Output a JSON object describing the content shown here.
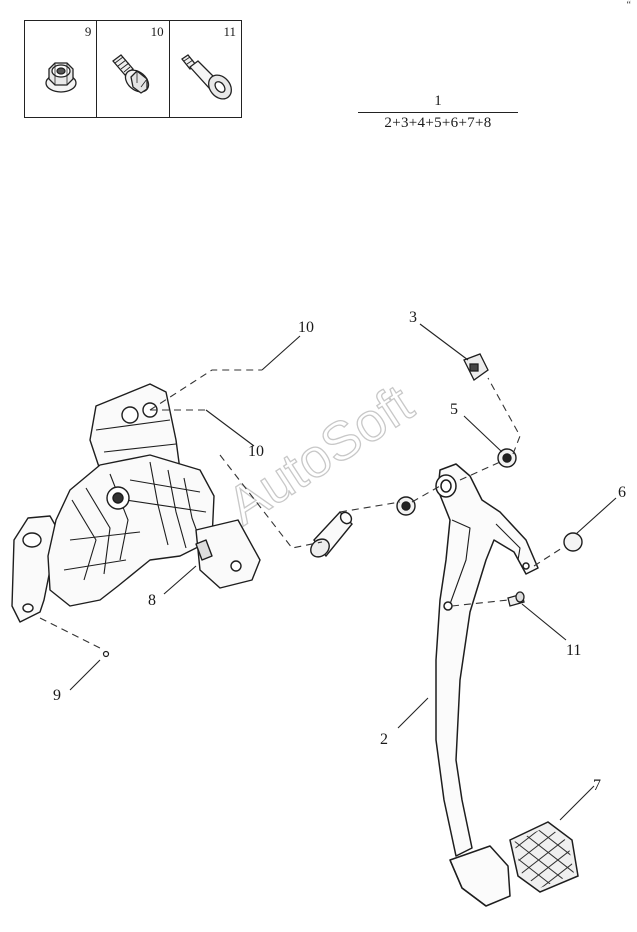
{
  "legend": {
    "items": [
      {
        "number": "9",
        "icon": "flange-nut-icon"
      },
      {
        "number": "10",
        "icon": "flange-bolt-icon"
      },
      {
        "number": "11",
        "icon": "shoulder-bolt-icon"
      }
    ]
  },
  "assembly_formula": {
    "assembly": "1",
    "components": "2+3+4+5+6+7+8"
  },
  "callouts": {
    "c10_top": "10",
    "c10_mid": "10",
    "c3": "3",
    "c5": "5",
    "c6": "6",
    "c8": "8",
    "c9": "9",
    "c11": "11",
    "c2": "2",
    "c7": "7"
  },
  "watermark": "AutoSoft",
  "corner_mark": "“"
}
